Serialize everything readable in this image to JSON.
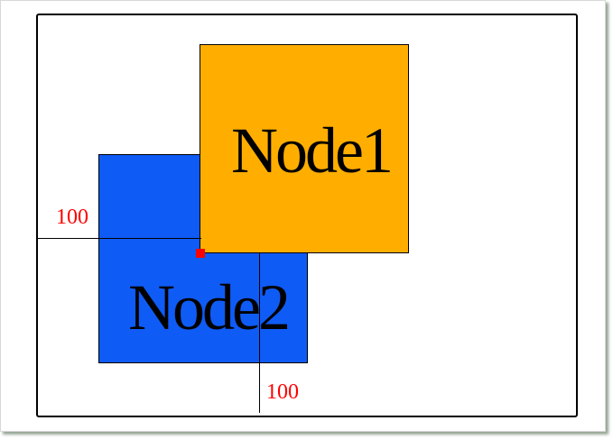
{
  "colors": {
    "node1_fill": "#FFAE00",
    "node2_fill": "#0F5BF5",
    "measurement_text": "#FF0000",
    "origin_marker": "#FF0000"
  },
  "nodes": [
    {
      "label": "Node1"
    },
    {
      "label": "Node2"
    }
  ],
  "measurements": {
    "left_offset": "100",
    "top_offset": "100"
  }
}
